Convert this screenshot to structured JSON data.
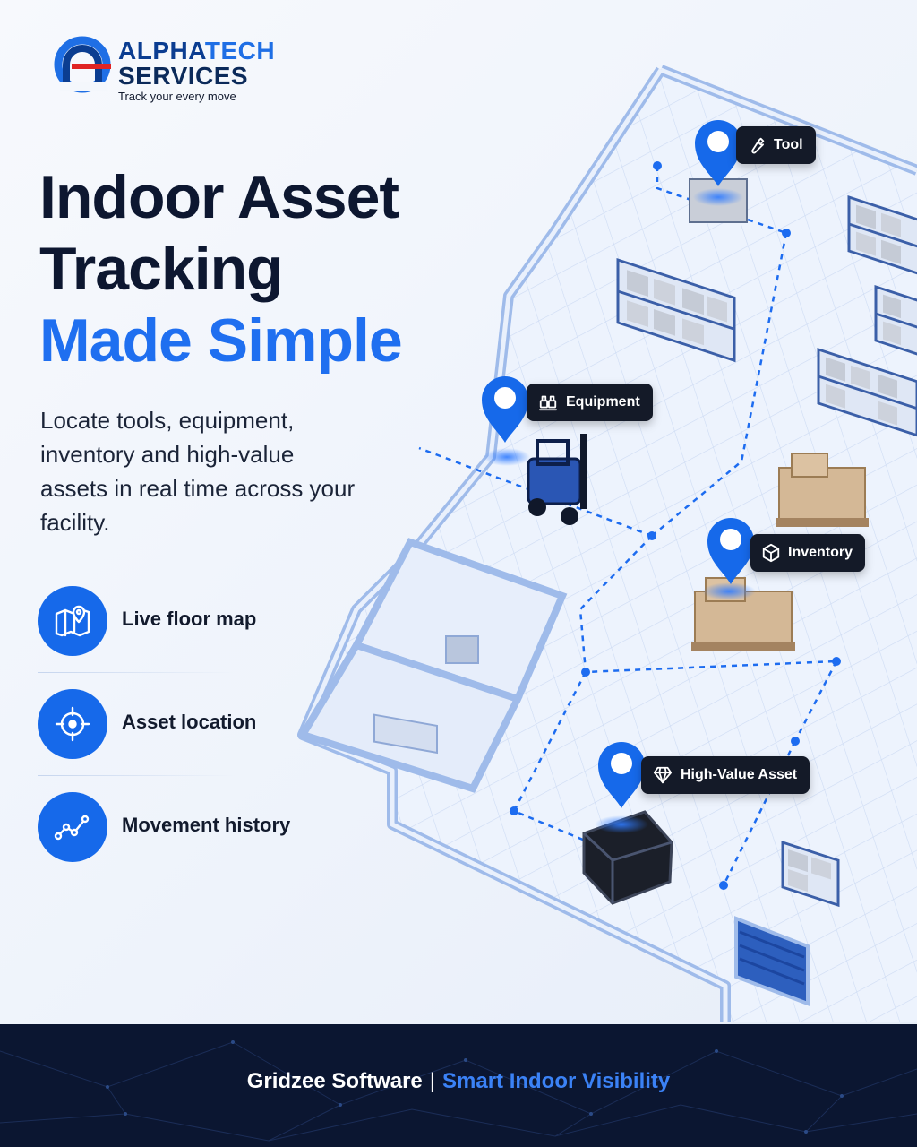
{
  "brand": {
    "name_part1": "ALPHA",
    "name_part2": "TECH",
    "name_line2": "SERVICES",
    "tagline": "Track your every move",
    "accent": "#1f6fe5",
    "navy": "#0b3d91"
  },
  "headline": {
    "line1": "Indoor Asset",
    "line2": "Tracking",
    "line3": "Made Simple"
  },
  "description": "Locate tools, equipment, inventory and high-value assets in real time across your facility.",
  "features": [
    {
      "label": "Live floor map",
      "icon": "map-pin-icon"
    },
    {
      "label": "Asset location",
      "icon": "crosshair-icon"
    },
    {
      "label": "Movement history",
      "icon": "trend-line-icon"
    }
  ],
  "map_pins": [
    {
      "label": "Tool",
      "icon": "wrench-icon"
    },
    {
      "label": "Equipment",
      "icon": "equipment-icon"
    },
    {
      "label": "Inventory",
      "icon": "box-icon"
    },
    {
      "label": "High-Value Asset",
      "icon": "diamond-icon"
    }
  ],
  "footer": {
    "brand": "Gridzee Software",
    "separator": "|",
    "tagline": "Smart Indoor Visibility"
  },
  "colors": {
    "primary_blue": "#1669ea",
    "heading_dark": "#0d1730",
    "footer_bg": "#0b1631",
    "pin_label_bg": "#141a28"
  }
}
